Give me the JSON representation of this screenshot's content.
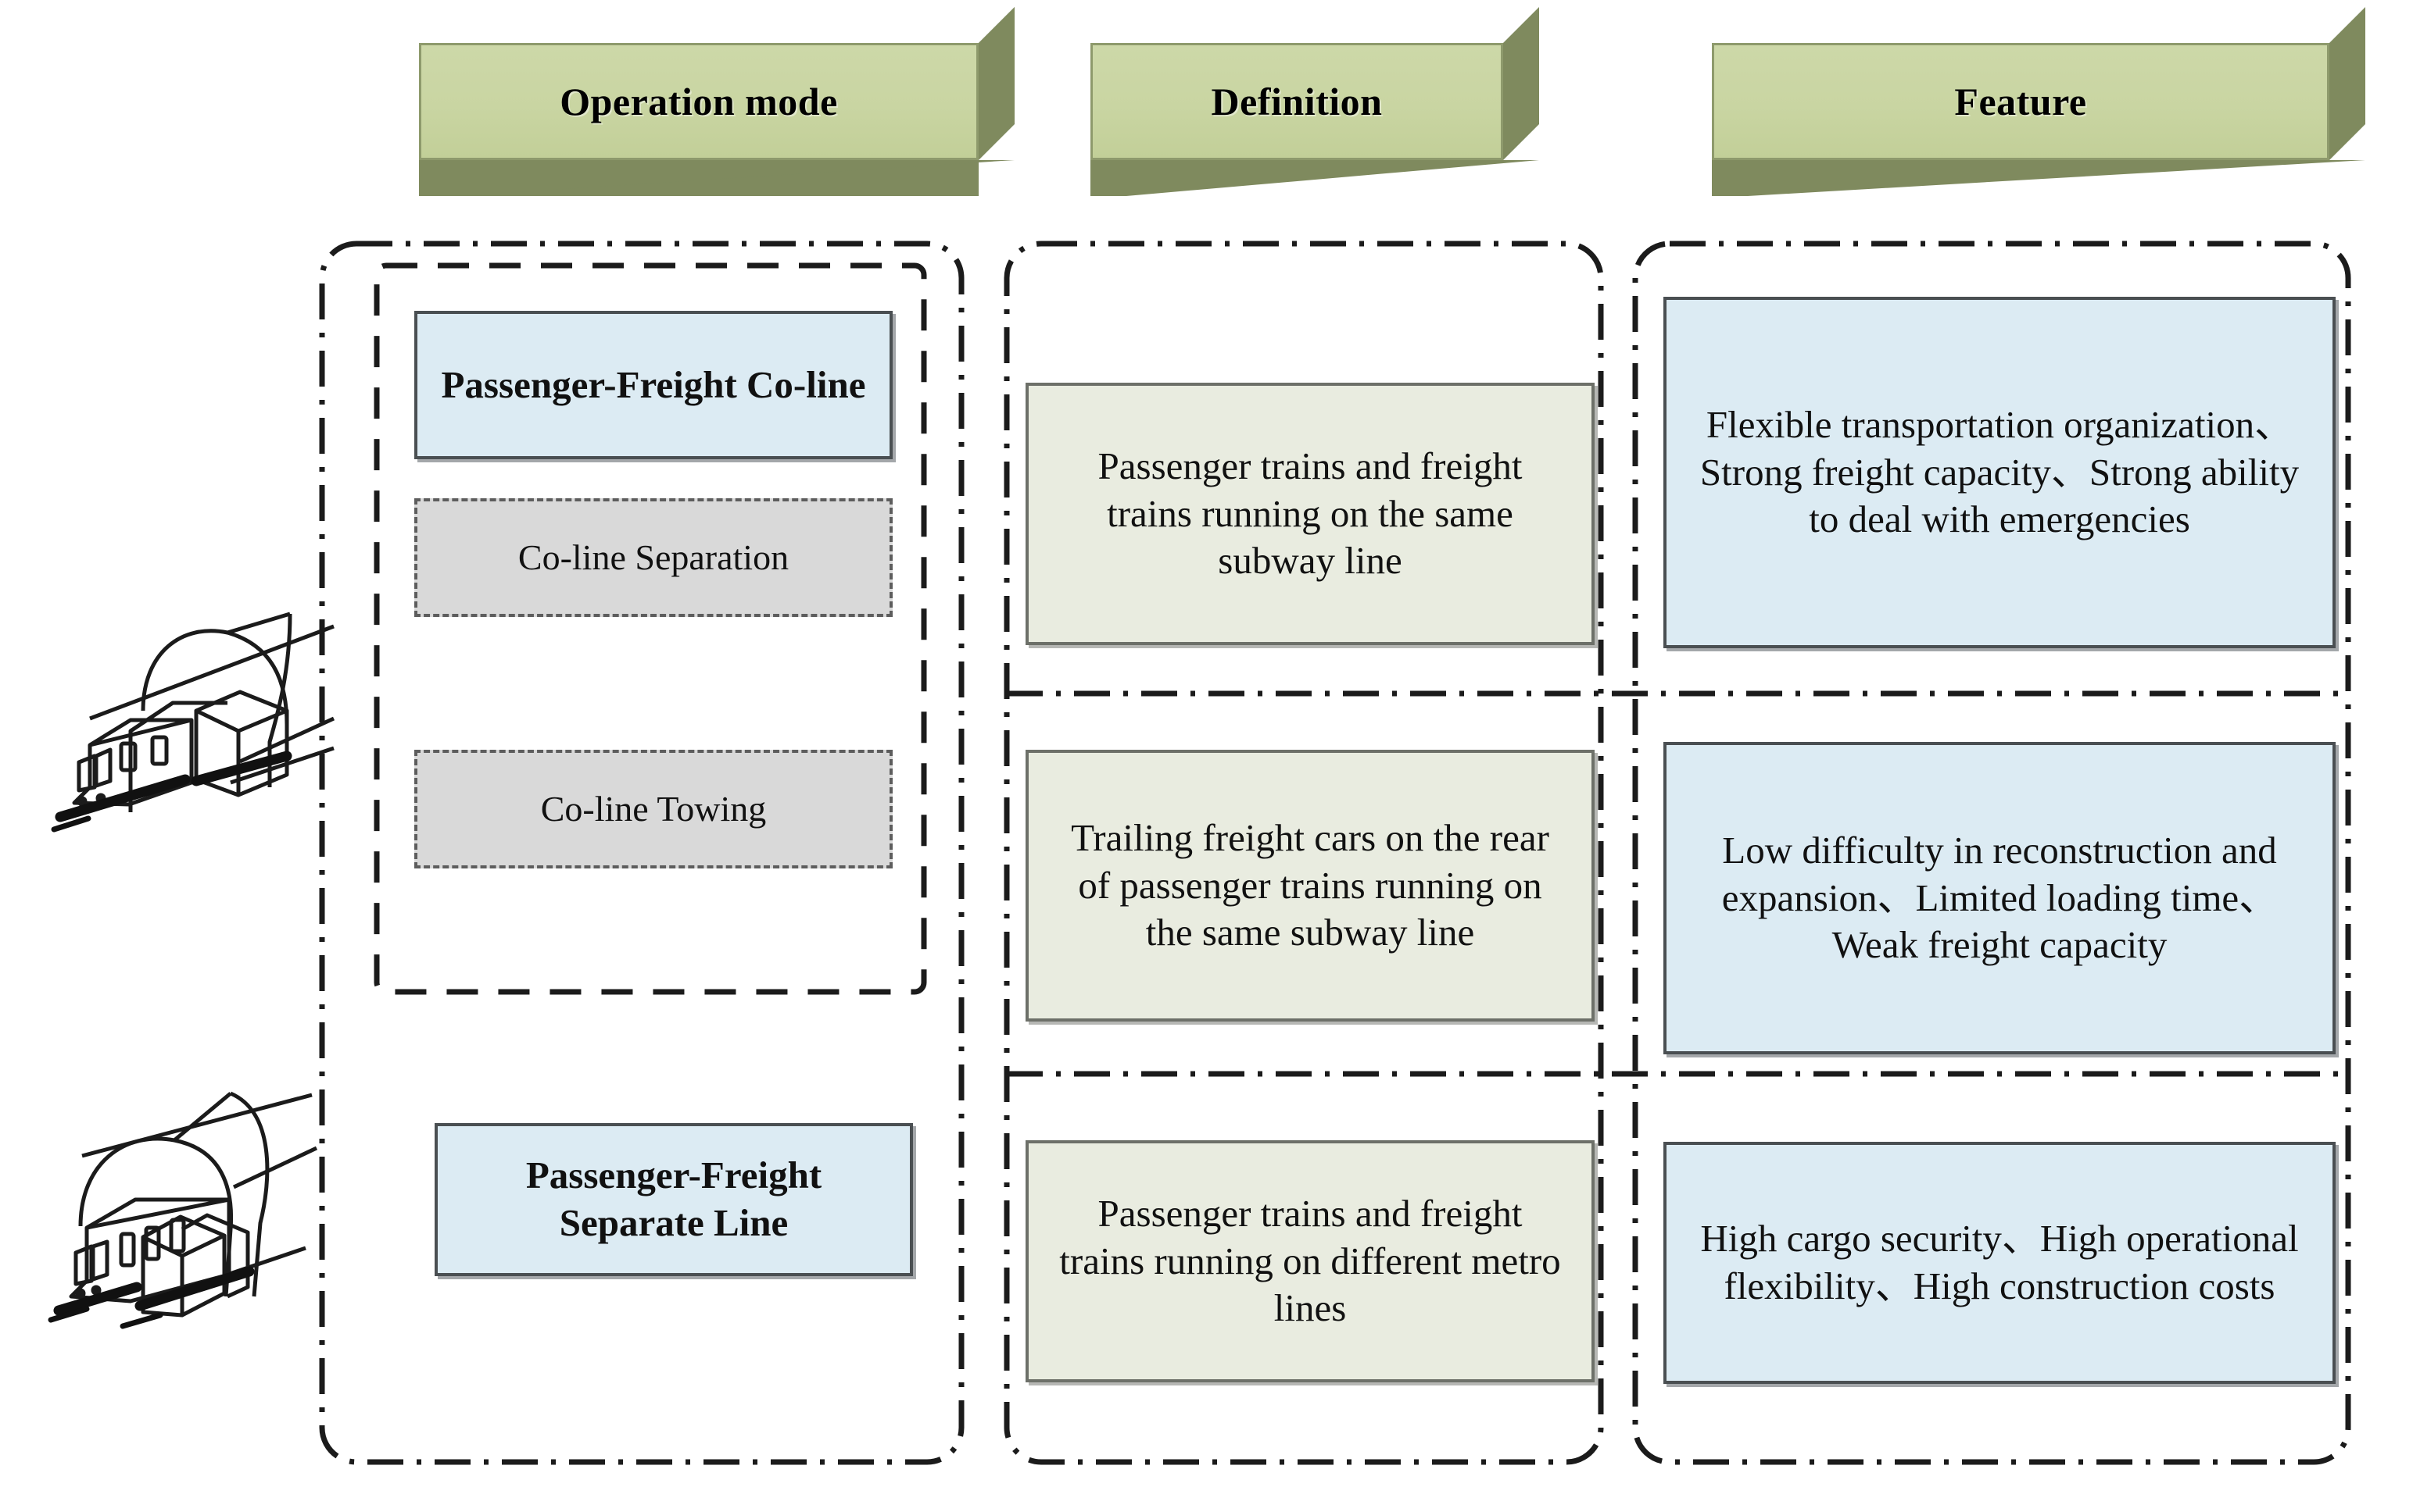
{
  "headers": [
    {
      "label": "Operation mode",
      "color": "#c9d5a2"
    },
    {
      "label": "Definition",
      "color": "#c9d5a2"
    },
    {
      "label": "Feature",
      "color": "#c9d5a2"
    }
  ],
  "colors": {
    "header_face": "#c9d5a2",
    "header_shadow": "#7f8a5e",
    "header_border": "#8e9a6c",
    "blue_box": "#dcebf3",
    "blue_border": "#4a4f52",
    "cream_box": "#e9ece0",
    "cream_border": "#6d7069",
    "grey_box": "#d9d9d9",
    "grey_border": "#5d5d5d",
    "frame_line": "#1b1b1b"
  },
  "operation_modes": [
    {
      "label": "Passenger-Freight Co-line",
      "style": "blue-bold"
    },
    {
      "label": "Co-line  Separation",
      "style": "grey-dashed"
    },
    {
      "label": "Co-line  Towing",
      "style": "grey-dashed"
    },
    {
      "label": "Passenger-Freight Separate Line",
      "style": "blue-bold"
    }
  ],
  "definitions": [
    "Passenger trains and freight trains running on the same subway line",
    "Trailing freight cars on the rear of passenger trains running on the same subway line",
    "Passenger trains and freight trains running on different metro lines"
  ],
  "features": [
    "Flexible transportation organization、Strong freight capacity、Strong ability to deal with emergencies",
    "Low difficulty in reconstruction and expansion、Limited loading time、Weak freight capacity",
    "High cargo security、High operational flexibility、High construction costs"
  ],
  "illustrations": [
    {
      "name": "train-tunnel-icon-top"
    },
    {
      "name": "train-tunnel-icon-bottom"
    }
  ]
}
